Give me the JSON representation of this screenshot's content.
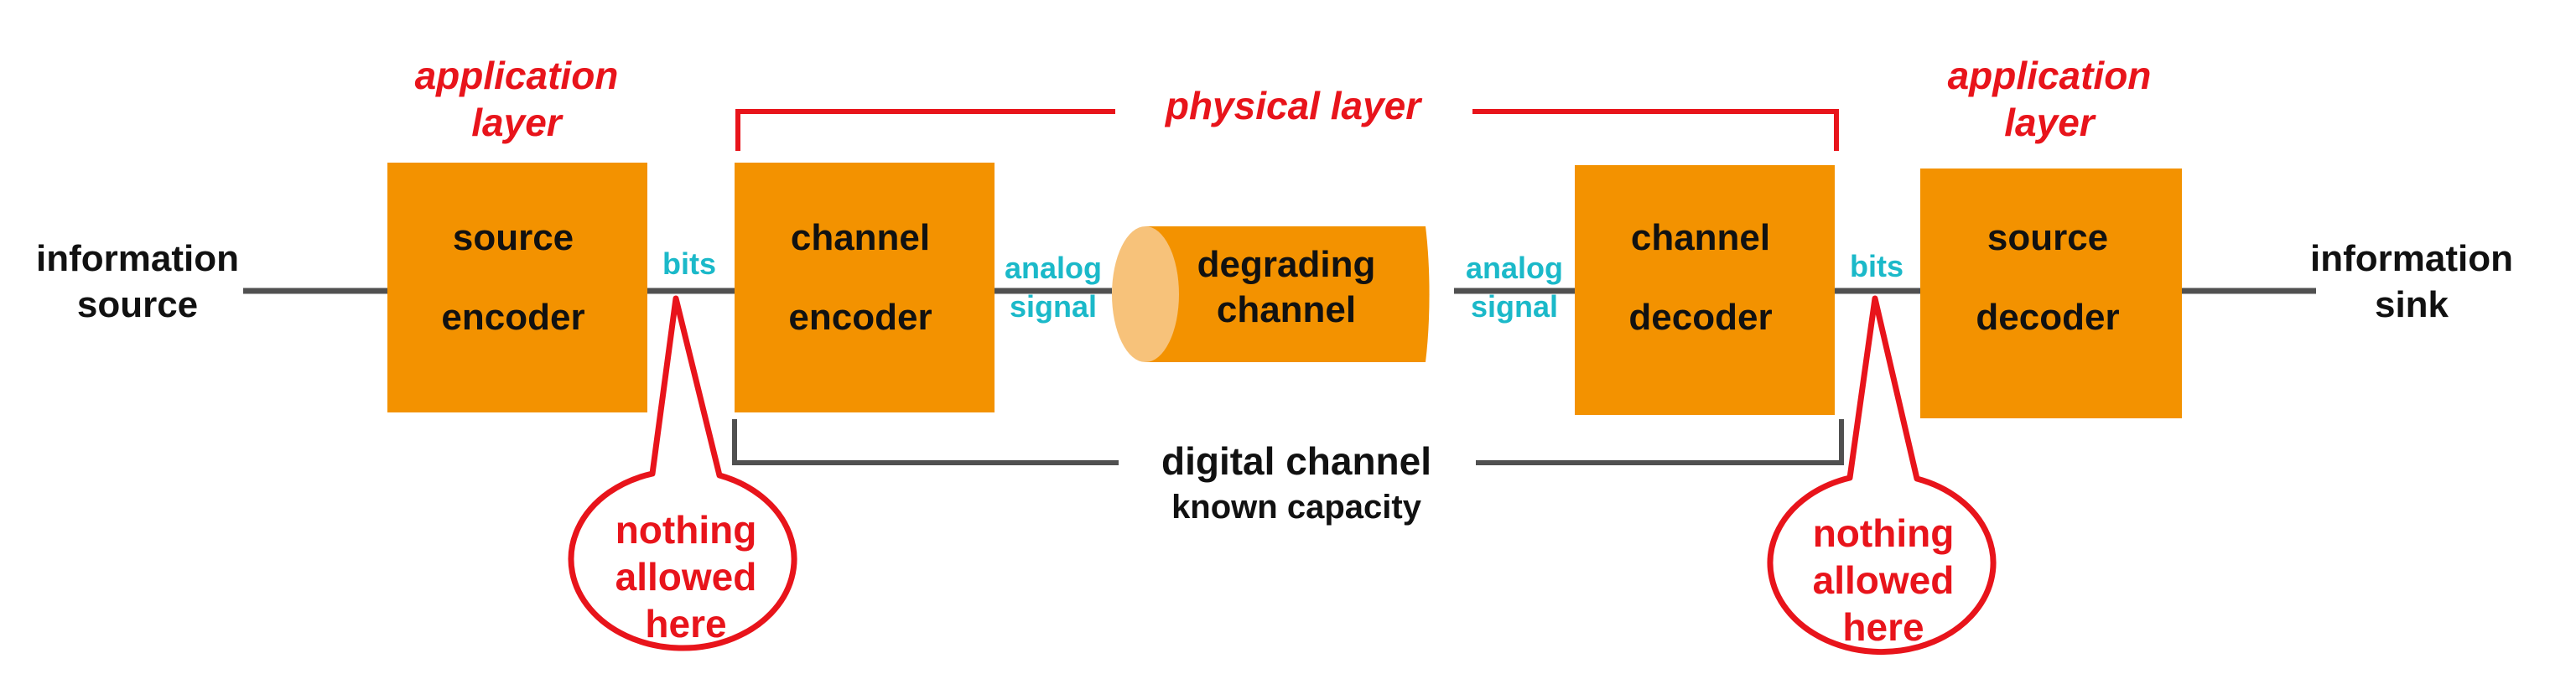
{
  "colors": {
    "box_fill": "#f39200",
    "line_gray": "#505050",
    "accent_red": "#e8141b",
    "accent_cyan": "#1bb9c9",
    "cylinder_cap": "#f7c27a"
  },
  "endpoints": {
    "source": [
      "information",
      "source"
    ],
    "sink": [
      "information",
      "sink"
    ]
  },
  "blocks": {
    "source_encoder": [
      "source",
      "encoder"
    ],
    "channel_encoder": [
      "channel",
      "encoder"
    ],
    "degrading_channel": [
      "degrading",
      "channel"
    ],
    "channel_decoder": [
      "channel",
      "decoder"
    ],
    "source_decoder": [
      "source",
      "decoder"
    ]
  },
  "link_labels": {
    "bits_left": "bits",
    "bits_right": "bits",
    "analog_left": [
      "analog",
      "signal"
    ],
    "analog_right": [
      "analog",
      "signal"
    ]
  },
  "layers": {
    "app_left": [
      "application",
      "layer"
    ],
    "app_right": [
      "application",
      "layer"
    ],
    "physical": "physical layer"
  },
  "digital_channel": {
    "title": "digital channel",
    "subtitle": "known capacity"
  },
  "callouts": {
    "left": [
      "nothing",
      "allowed",
      "here"
    ],
    "right": [
      "nothing",
      "allowed",
      "here"
    ]
  }
}
